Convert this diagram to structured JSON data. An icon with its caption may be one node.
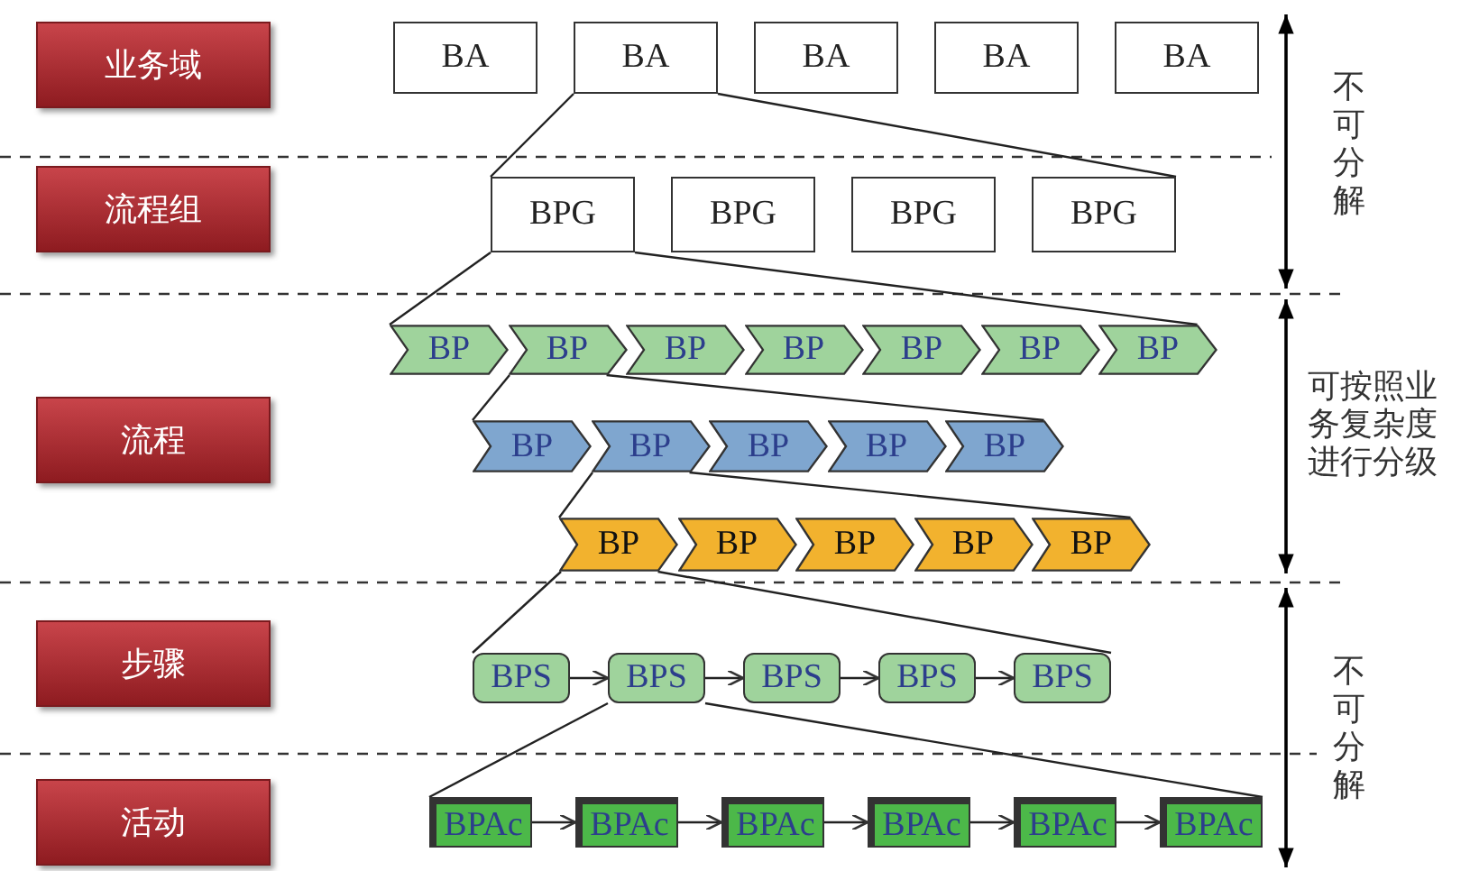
{
  "diagram": {
    "nodes": [
      {
        "text": [
          "业务域"
        ]
      },
      {
        "text": [
          "流程组"
        ]
      },
      {
        "text": [
          "流程"
        ]
      },
      {
        "text": [
          "步骤"
        ]
      },
      {
        "text": [
          "活动"
        ]
      },
      {
        "text": [
          "BA"
        ]
      },
      {
        "text": [
          "BA"
        ]
      },
      {
        "text": [
          "BA"
        ]
      },
      {
        "text": [
          "BA"
        ]
      },
      {
        "text": [
          "BA"
        ]
      },
      {
        "text": [
          "BPG"
        ]
      },
      {
        "text": [
          "BPG"
        ]
      },
      {
        "text": [
          "BPG"
        ]
      },
      {
        "text": [
          "BPG"
        ]
      },
      {
        "text": [
          "BP"
        ]
      },
      {
        "text": [
          "BP"
        ]
      },
      {
        "text": [
          "BP"
        ]
      },
      {
        "text": [
          "BP"
        ]
      },
      {
        "text": [
          "BP"
        ]
      },
      {
        "text": [
          "BP"
        ]
      },
      {
        "text": [
          "BP"
        ]
      },
      {
        "text": [
          "BP"
        ]
      },
      {
        "text": [
          "BP"
        ]
      },
      {
        "text": [
          "BP"
        ]
      },
      {
        "text": [
          "BP"
        ]
      },
      {
        "text": [
          "BP"
        ]
      },
      {
        "text": [
          "BP"
        ]
      },
      {
        "text": [
          "BP"
        ]
      },
      {
        "text": [
          "BP"
        ]
      },
      {
        "text": [
          "BP"
        ]
      },
      {
        "text": [
          "BP"
        ]
      },
      {
        "text": [
          "BPS"
        ]
      },
      {
        "text": [
          "BPS"
        ]
      },
      {
        "text": [
          "BPS"
        ]
      },
      {
        "text": [
          "BPS"
        ]
      },
      {
        "text": [
          "BPS"
        ]
      },
      {
        "text": [
          "BPAc"
        ]
      },
      {
        "text": [
          "BPAc"
        ]
      },
      {
        "text": [
          "BPAc"
        ]
      },
      {
        "text": [
          "BPAc"
        ]
      },
      {
        "text": [
          "BPAc"
        ]
      },
      {
        "text": [
          "BPAc"
        ]
      }
    ],
    "edges": [
      {
        "from": 6,
        "to": 10,
        "arrow": "none"
      },
      {
        "from": 6,
        "to": 13,
        "arrow": "none"
      },
      {
        "from": 10,
        "to": 14,
        "arrow": "none"
      },
      {
        "from": 10,
        "to": 20,
        "arrow": "none"
      },
      {
        "from": 15,
        "to": 21,
        "arrow": "none"
      },
      {
        "from": 15,
        "to": 25,
        "arrow": "none"
      },
      {
        "from": 22,
        "to": 26,
        "arrow": "none"
      },
      {
        "from": 22,
        "to": 30,
        "arrow": "none"
      },
      {
        "from": 26,
        "to": 31,
        "arrow": "none"
      },
      {
        "from": 26,
        "to": 35,
        "arrow": "none"
      },
      {
        "from": 31,
        "to": 32,
        "arrow": "to"
      },
      {
        "from": 32,
        "to": 33,
        "arrow": "to"
      },
      {
        "from": 33,
        "to": 34,
        "arrow": "to"
      },
      {
        "from": 34,
        "to": 35,
        "arrow": "to"
      },
      {
        "from": 32,
        "to": 36,
        "arrow": "none"
      },
      {
        "from": 32,
        "to": 41,
        "arrow": "none"
      },
      {
        "from": 36,
        "to": 37,
        "arrow": "to"
      },
      {
        "from": 37,
        "to": 38,
        "arrow": "to"
      },
      {
        "from": 38,
        "to": 39,
        "arrow": "to"
      },
      {
        "from": 39,
        "to": 40,
        "arrow": "to"
      },
      {
        "from": 40,
        "to": 41,
        "arrow": "to"
      }
    ],
    "labels": [
      "不可分解",
      "可按照业务复杂度进行分级",
      "不可分解"
    ]
  }
}
